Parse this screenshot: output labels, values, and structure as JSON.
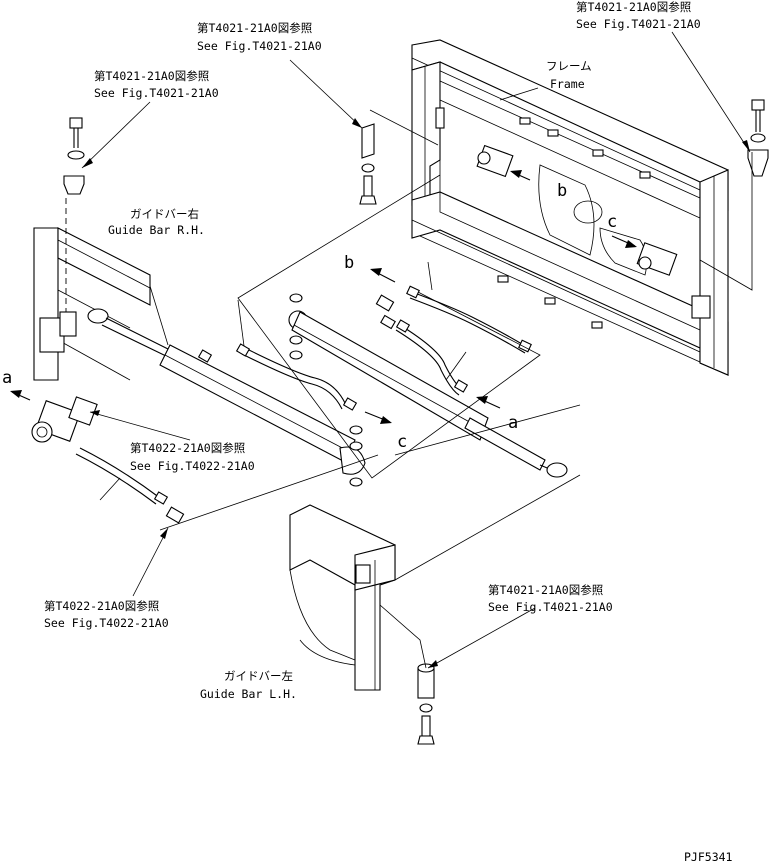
{
  "callouts": {
    "ref_top_center_jp": "第T4021-21A0図参照",
    "ref_top_center_en": "See Fig.T4021-21A0",
    "ref_top_right_jp": "第T4021-21A0図参照",
    "ref_top_right_en": "See Fig.T4021-21A0",
    "ref_top_left_jp": "第T4021-21A0図参照",
    "ref_top_left_en": "See Fig.T4021-21A0",
    "ref_mid_jp": "第T4022-21A0図参照",
    "ref_mid_en": "See Fig.T4022-21A0",
    "ref_low_left_jp": "第T4022-21A0図参照",
    "ref_low_left_en": "See Fig.T4022-21A0",
    "ref_low_right_jp": "第T4021-21A0図参照",
    "ref_low_right_en": "See Fig.T4021-21A0"
  },
  "parts": {
    "frame_jp": "フレーム",
    "frame_en": "Frame",
    "guide_rh_jp": "ガイドバー右",
    "guide_rh_en": "Guide Bar R.H.",
    "guide_lh_jp": "ガイドバー左",
    "guide_lh_en": "Guide Bar L.H."
  },
  "markers": {
    "a": "a",
    "b": "b",
    "c": "c"
  },
  "drawing_code": "PJF5341"
}
